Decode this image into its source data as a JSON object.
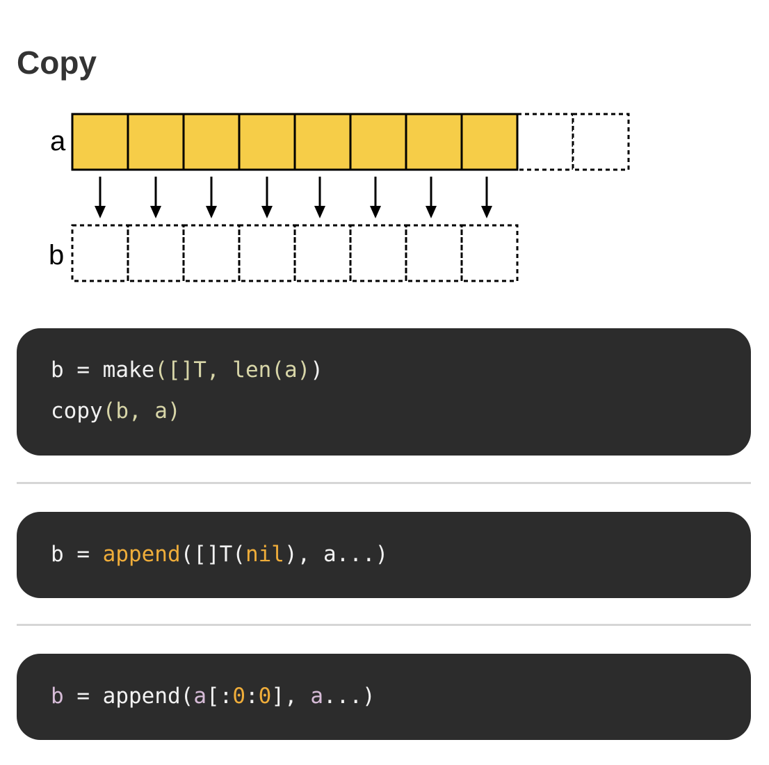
{
  "title": "Copy",
  "diagram": {
    "source_label": "a",
    "dest_label": "b",
    "source_filled_cells": 8,
    "source_empty_cells": 2,
    "dest_cells": 8,
    "arrows": 8,
    "fill_color": "#F6CD48",
    "stroke_color": "#000000"
  },
  "code_blocks": [
    {
      "lines": [
        [
          {
            "text": "b = make",
            "class": "tok-plain"
          },
          {
            "text": "([]T, ",
            "class": "tok-muted"
          },
          {
            "text": "len",
            "class": "tok-muted"
          },
          {
            "text": "(a)",
            "class": "tok-muted"
          },
          {
            "text": ")",
            "class": "tok-plain"
          }
        ],
        [
          {
            "text": "copy",
            "class": "tok-plain"
          },
          {
            "text": "(b, a)",
            "class": "tok-muted"
          }
        ]
      ]
    },
    {
      "lines": [
        [
          {
            "text": "b = ",
            "class": "tok-plain"
          },
          {
            "text": "append",
            "class": "tok-func"
          },
          {
            "text": "([]T(",
            "class": "tok-plain"
          },
          {
            "text": "nil",
            "class": "tok-func"
          },
          {
            "text": "), a...)",
            "class": "tok-plain"
          }
        ]
      ]
    },
    {
      "lines": [
        [
          {
            "text": "b",
            "class": "tok-var"
          },
          {
            "text": " = append(",
            "class": "tok-plain"
          },
          {
            "text": "a",
            "class": "tok-var"
          },
          {
            "text": "[:",
            "class": "tok-plain"
          },
          {
            "text": "0",
            "class": "tok-num"
          },
          {
            "text": ":",
            "class": "tok-plain"
          },
          {
            "text": "0",
            "class": "tok-num"
          },
          {
            "text": "], ",
            "class": "tok-plain"
          },
          {
            "text": "a",
            "class": "tok-var"
          },
          {
            "text": "...)",
            "class": "tok-plain"
          }
        ]
      ]
    }
  ]
}
